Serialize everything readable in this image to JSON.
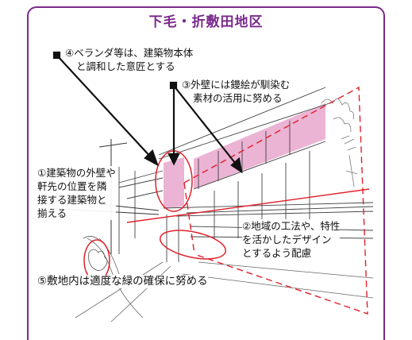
{
  "title": "下毛・折敷田地区",
  "colors": {
    "frame": "#7a2a8c",
    "highlight_fill": "#e8a6cc",
    "annotation_red": "#e0202a",
    "sketch": "#555555",
    "pointer": "#111111"
  },
  "annotations": [
    {
      "id": "4",
      "lines": [
        "④ベランダ等は、建築物本体",
        "と調和した意匠とする"
      ]
    },
    {
      "id": "3",
      "lines": [
        "③外壁には鏝絵が馴染む",
        "素材の活用に努める"
      ]
    },
    {
      "id": "1",
      "lines": [
        "①建築物の外壁や",
        "軒先の位置を隣",
        "接する建築物と",
        "揃える"
      ]
    },
    {
      "id": "2",
      "lines": [
        "②地域の工法や、特性",
        "を活かしたデザイン",
        "とするよう配慮"
      ]
    },
    {
      "id": "5",
      "lines": [
        "⑤敷地内は適度な緑の確保に努める"
      ]
    }
  ]
}
